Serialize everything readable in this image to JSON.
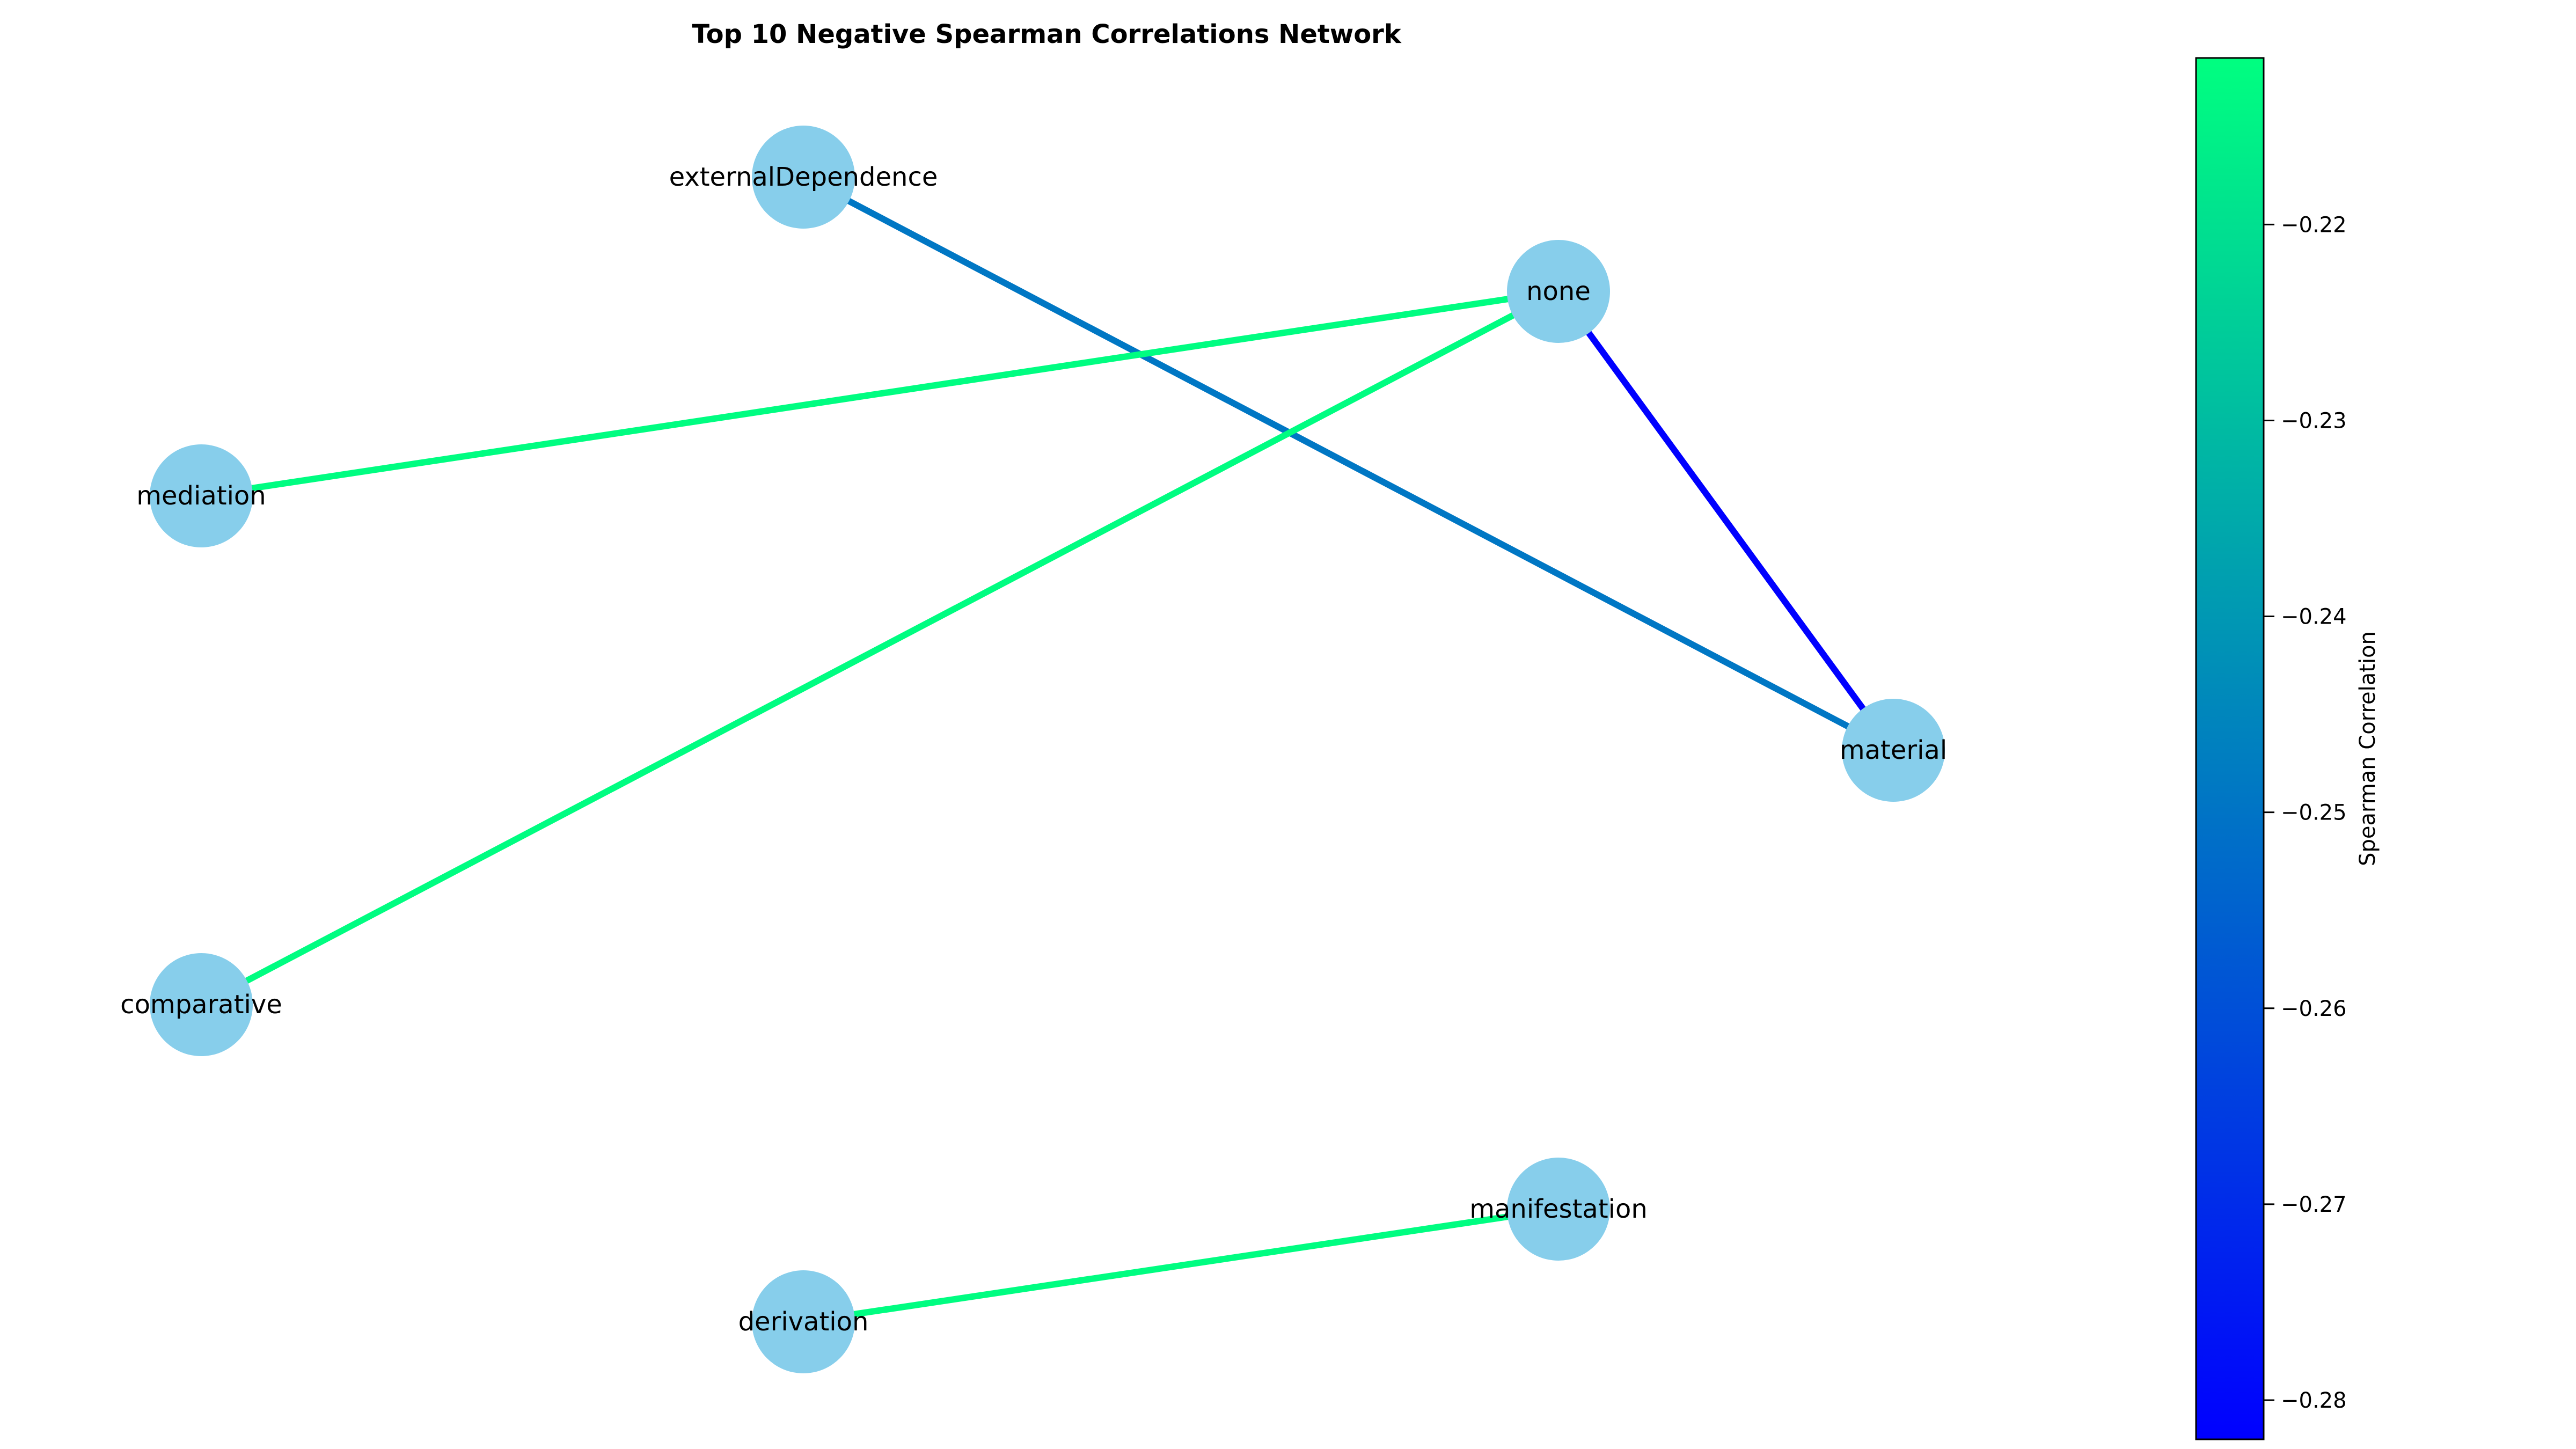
{
  "title": "Top 10 Negative Spearman Correlations Network",
  "node_color": "#87CEEB",
  "colormap": {
    "name": "winter",
    "low_color": "#0000FF",
    "high_color": "#00FF80"
  },
  "nodes": [
    {
      "id": "externalDependence",
      "label": "externalDependence"
    },
    {
      "id": "none",
      "label": "none"
    },
    {
      "id": "mediation",
      "label": "mediation"
    },
    {
      "id": "material",
      "label": "material"
    },
    {
      "id": "comparative",
      "label": "comparative"
    },
    {
      "id": "manifestation",
      "label": "manifestation"
    },
    {
      "id": "derivation",
      "label": "derivation"
    }
  ],
  "edges": [
    {
      "source": "externalDependence",
      "target": "material",
      "correlation": -0.249
    },
    {
      "source": "none",
      "target": "mediation",
      "correlation": -0.212
    },
    {
      "source": "none",
      "target": "comparative",
      "correlation": -0.212
    },
    {
      "source": "none",
      "target": "material",
      "correlation": -0.282
    },
    {
      "source": "manifestation",
      "target": "derivation",
      "correlation": -0.212
    }
  ],
  "colorbar": {
    "label": "Spearman Correlation",
    "min": -0.282,
    "max": -0.2115,
    "ticks": [
      {
        "value": -0.22,
        "label": "−0.22"
      },
      {
        "value": -0.23,
        "label": "−0.23"
      },
      {
        "value": -0.24,
        "label": "−0.24"
      },
      {
        "value": -0.25,
        "label": "−0.25"
      },
      {
        "value": -0.26,
        "label": "−0.26"
      },
      {
        "value": -0.27,
        "label": "−0.27"
      },
      {
        "value": -0.28,
        "label": "−0.28"
      }
    ]
  }
}
